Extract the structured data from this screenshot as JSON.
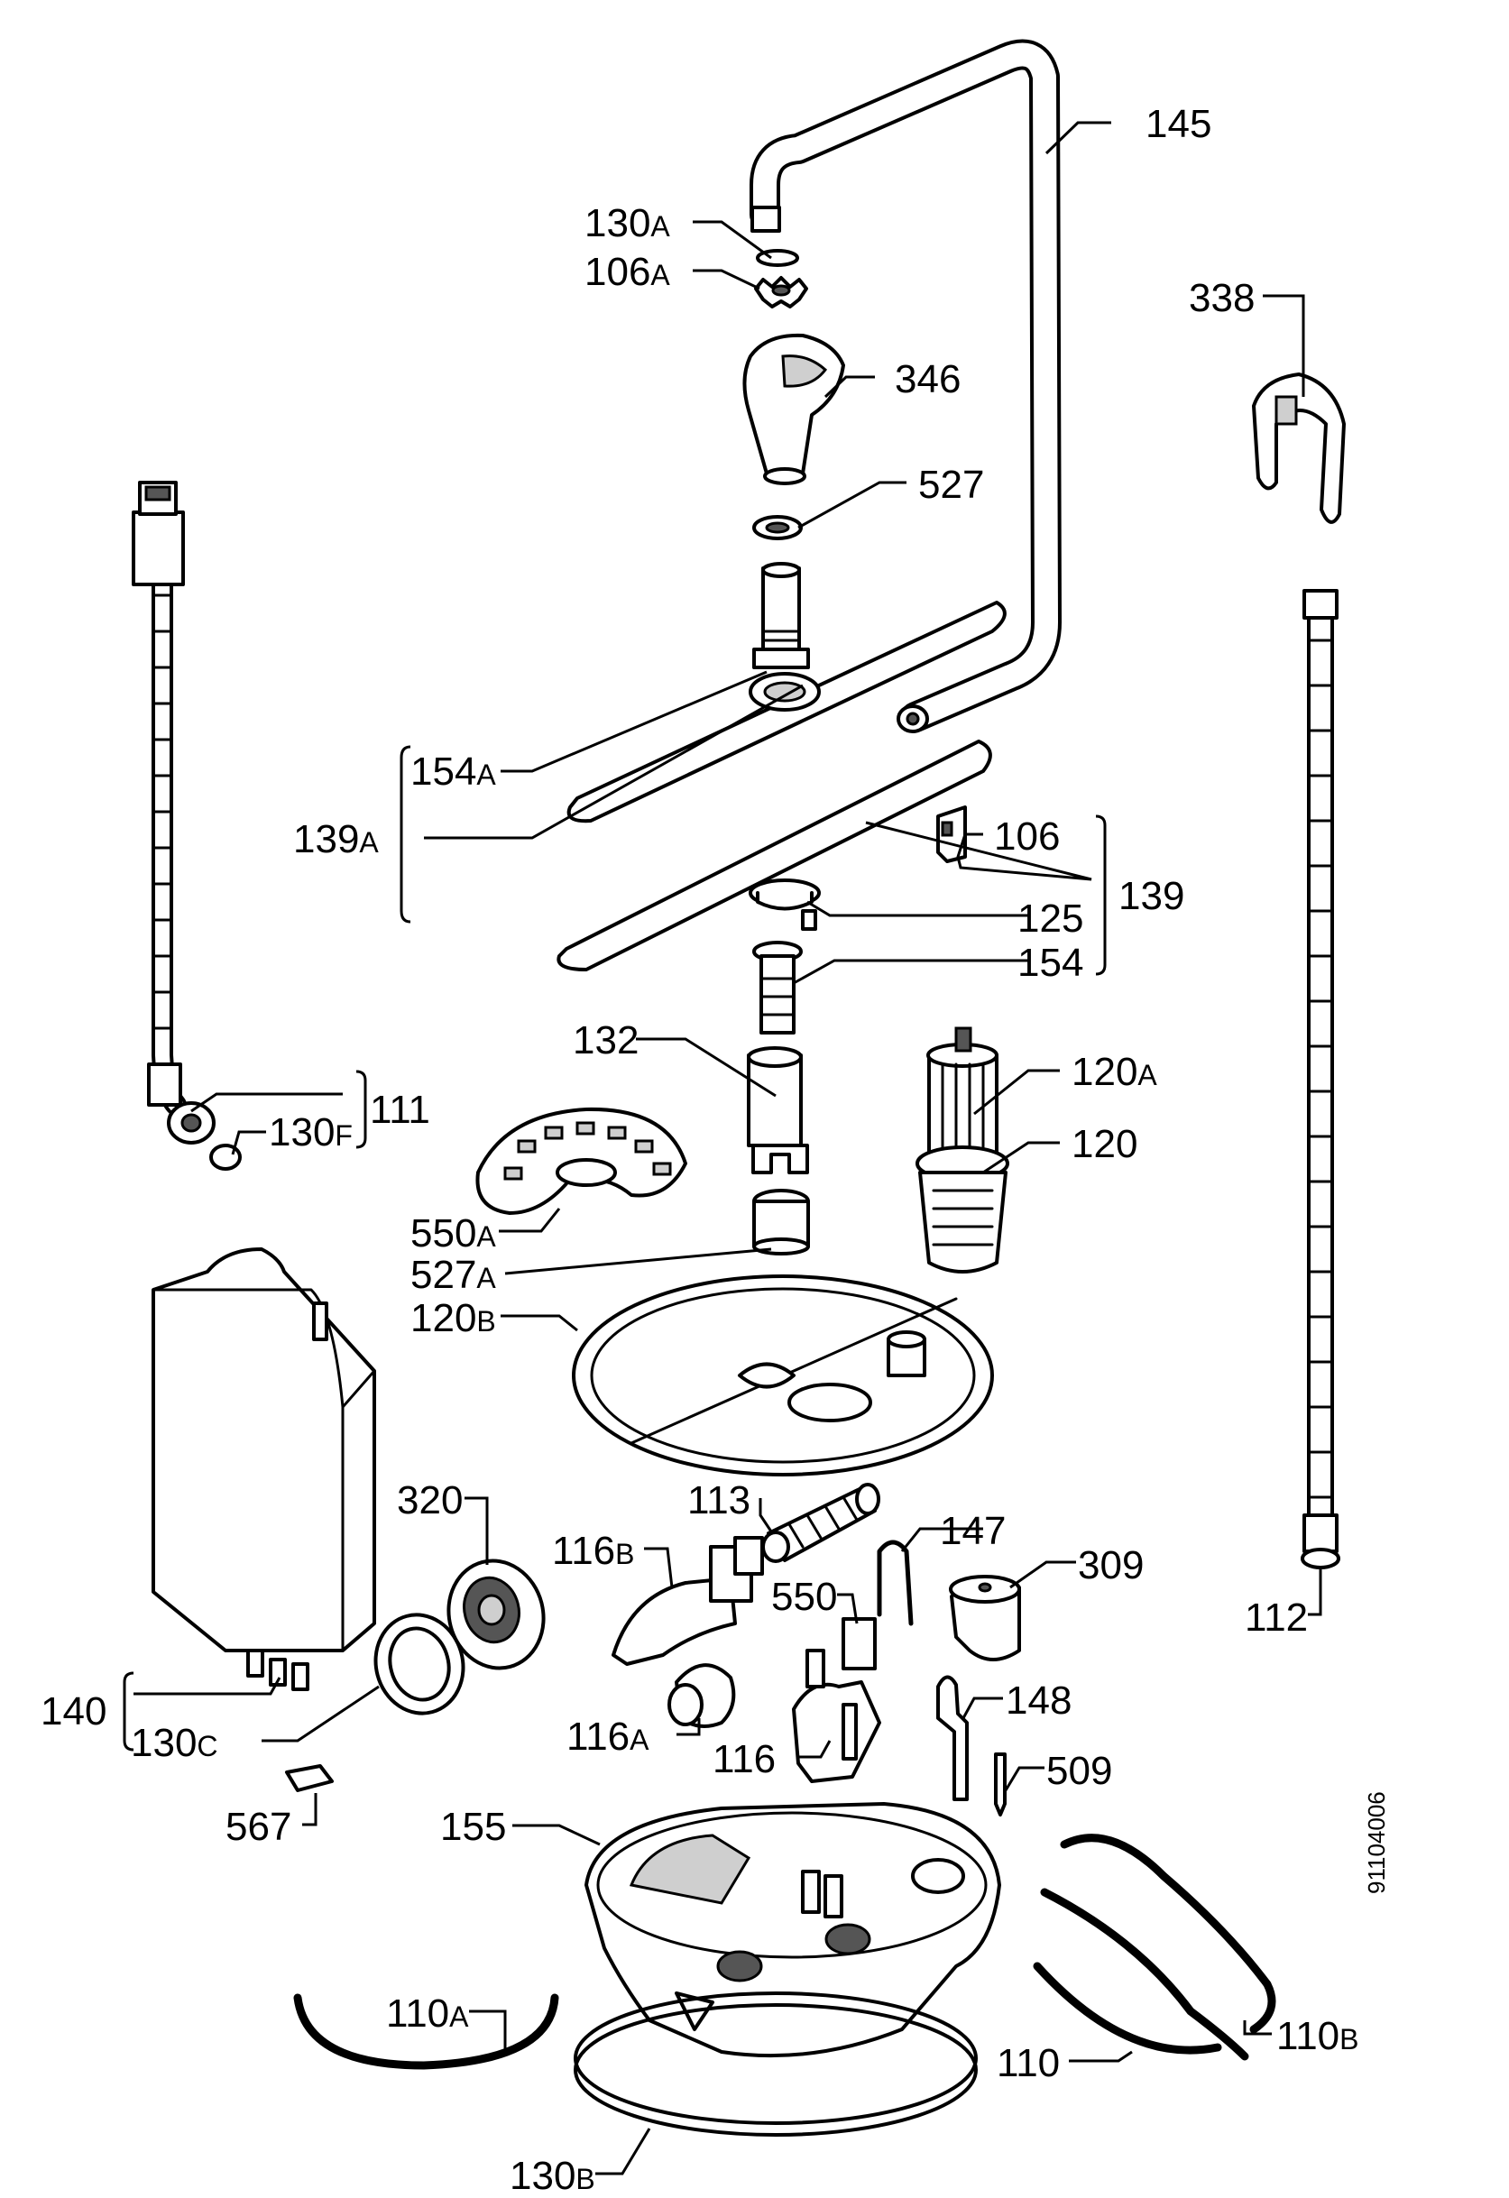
{
  "drawing_number": "91104006",
  "labels": [
    {
      "id": "145",
      "num": "145",
      "suffix": ""
    },
    {
      "id": "130A",
      "num": "130",
      "suffix": "A"
    },
    {
      "id": "106A",
      "num": "106",
      "suffix": "A"
    },
    {
      "id": "338",
      "num": "338",
      "suffix": ""
    },
    {
      "id": "346",
      "num": "346",
      "suffix": ""
    },
    {
      "id": "527",
      "num": "527",
      "suffix": ""
    },
    {
      "id": "154A",
      "num": "154",
      "suffix": "A"
    },
    {
      "id": "139A",
      "num": "139",
      "suffix": "A"
    },
    {
      "id": "106",
      "num": "106",
      "suffix": ""
    },
    {
      "id": "139",
      "num": "139",
      "suffix": ""
    },
    {
      "id": "125",
      "num": "125",
      "suffix": ""
    },
    {
      "id": "154",
      "num": "154",
      "suffix": ""
    },
    {
      "id": "132",
      "num": "132",
      "suffix": ""
    },
    {
      "id": "120A",
      "num": "120",
      "suffix": "A"
    },
    {
      "id": "111",
      "num": "111",
      "suffix": ""
    },
    {
      "id": "130F",
      "num": "130",
      "suffix": "F"
    },
    {
      "id": "120",
      "num": "120",
      "suffix": ""
    },
    {
      "id": "550A",
      "num": "550",
      "suffix": "A"
    },
    {
      "id": "527A",
      "num": "527",
      "suffix": "A"
    },
    {
      "id": "120B",
      "num": "120",
      "suffix": "B"
    },
    {
      "id": "320",
      "num": "320",
      "suffix": ""
    },
    {
      "id": "113",
      "num": "113",
      "suffix": ""
    },
    {
      "id": "116B",
      "num": "116",
      "suffix": "B"
    },
    {
      "id": "147",
      "num": "147",
      "suffix": ""
    },
    {
      "id": "309",
      "num": "309",
      "suffix": ""
    },
    {
      "id": "550",
      "num": "550",
      "suffix": ""
    },
    {
      "id": "112",
      "num": "112",
      "suffix": ""
    },
    {
      "id": "148",
      "num": "148",
      "suffix": ""
    },
    {
      "id": "140",
      "num": "140",
      "suffix": ""
    },
    {
      "id": "130C",
      "num": "130",
      "suffix": "C"
    },
    {
      "id": "116A",
      "num": "116",
      "suffix": "A"
    },
    {
      "id": "116",
      "num": "116",
      "suffix": ""
    },
    {
      "id": "509",
      "num": "509",
      "suffix": ""
    },
    {
      "id": "567",
      "num": "567",
      "suffix": ""
    },
    {
      "id": "155",
      "num": "155",
      "suffix": ""
    },
    {
      "id": "110A",
      "num": "110",
      "suffix": "A"
    },
    {
      "id": "110",
      "num": "110",
      "suffix": ""
    },
    {
      "id": "110B",
      "num": "110",
      "suffix": "B"
    },
    {
      "id": "130B",
      "num": "130",
      "suffix": "B"
    }
  ]
}
